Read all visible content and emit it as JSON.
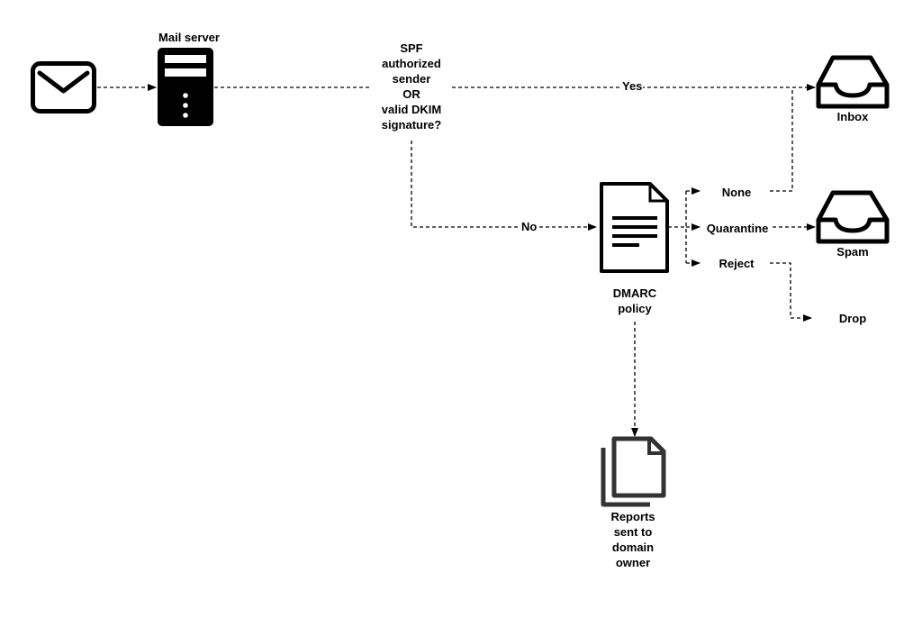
{
  "nodes": {
    "mail_server": "Mail server",
    "check_lines": [
      "SPF",
      "authorized",
      "sender",
      "OR",
      "valid DKIM",
      "signature?"
    ],
    "inbox": "Inbox",
    "spam": "Spam",
    "drop": "Drop",
    "dmarc_lines": [
      "DMARC",
      "policy"
    ],
    "reports_lines": [
      "Reports",
      "sent to",
      "domain",
      "owner"
    ]
  },
  "edges": {
    "yes": "Yes",
    "no": "No",
    "none": "None",
    "quarantine": "Quarantine",
    "reject": "Reject"
  },
  "icons": {
    "email": "envelope-icon",
    "server": "server-icon",
    "inbox": "inbox-tray-icon",
    "spam": "inbox-tray-icon",
    "dmarc": "document-icon",
    "reports": "copy-documents-icon"
  },
  "colors": {
    "line": "#000000",
    "background": "#ffffff"
  }
}
